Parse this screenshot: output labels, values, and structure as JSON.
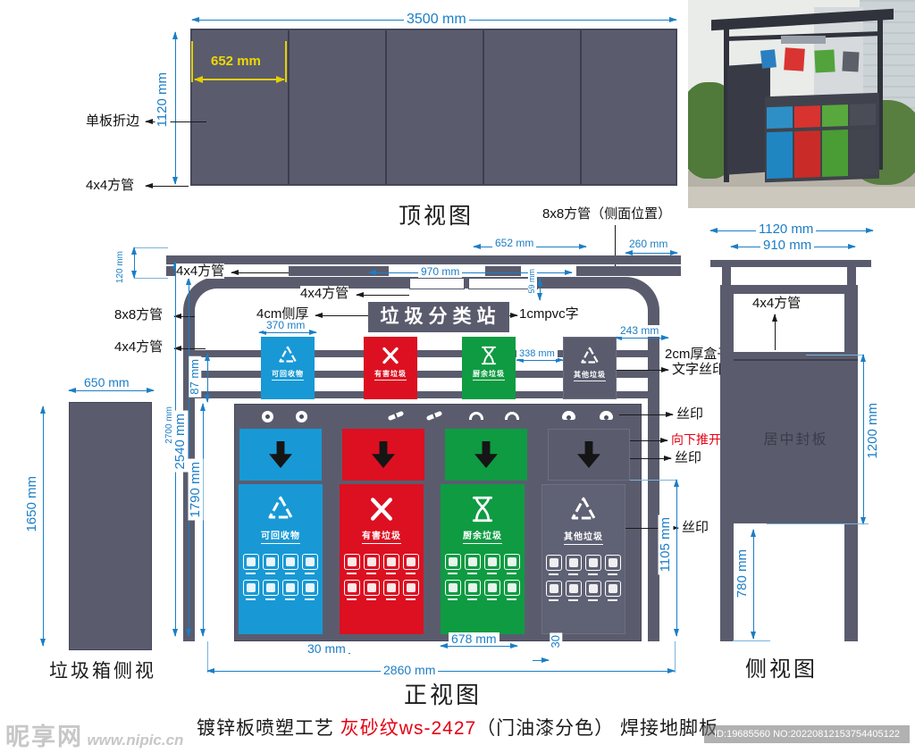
{
  "colors": {
    "steel_panel": "#5a5c6e",
    "dimension_blue": "#1b7ec6",
    "dimension_yellow": "#e5d000",
    "bin_blue": "#1899d5",
    "bin_red": "#dc1021",
    "bin_green": "#0f9b42",
    "bin_gray": "#5a5c6e",
    "note_red": "#e60012"
  },
  "top_view": {
    "title": "顶视图",
    "dim_total_width": "3500 mm",
    "dim_depth": "1120 mm",
    "dim_segment": "652 mm",
    "label_fold": "单板折边",
    "label_tube_4x4": "4x4方管"
  },
  "front_view": {
    "title": "正视图",
    "sign": "垃圾分类站",
    "labels": {
      "tube8_side": "8x8方管（侧面位置）",
      "tube4_roof": "4x4方管",
      "tube4_sign": "4x4方管",
      "tube8_left": "8x8方管",
      "tube4_left": "4x4方管",
      "side_thickness": "4cm侧厚",
      "pvc": "1cmpvc字",
      "box_2cm": "2cm厚盒子",
      "box_silk": "文字丝印",
      "silk_top": "丝印",
      "push_open": "向下推开",
      "silk_mid": "丝印",
      "silk_door": "丝印"
    },
    "dims": {
      "d120": "120 mm",
      "d652": "652 mm",
      "d260": "260 mm",
      "d970": "970 mm",
      "d59": "59 mm",
      "d243": "243 mm",
      "d370": "370 mm",
      "d338": "338 mm",
      "d87": "87 mm",
      "d2700": "2700 mm",
      "d2540": "2540 mm",
      "d1790": "1790 mm",
      "d1105": "1105 mm",
      "d30_left": "30 mm",
      "d678": "678 mm",
      "d30_right": "30",
      "d2860": "2860 mm"
    },
    "bins": [
      {
        "label": "可回收物",
        "color": "#1899d5",
        "icon": "recycle"
      },
      {
        "label": "有害垃圾",
        "color": "#dc1021",
        "icon": "cross"
      },
      {
        "label": "厨余垃圾",
        "color": "#0f9b42",
        "icon": "hourglass"
      },
      {
        "label": "其他垃圾",
        "color": "#5a5c6e",
        "icon": "recycle"
      }
    ]
  },
  "bin_side_view": {
    "title": "垃圾箱侧视",
    "dim_width": "650 mm",
    "dim_height": "1650 mm"
  },
  "side_view": {
    "title": "侧视图",
    "label_tube": "4x4方管",
    "label_panel": "居中封板",
    "dims": {
      "d1120": "1120 mm",
      "d910": "910 mm",
      "d1200": "1200 mm",
      "d780": "780 mm"
    }
  },
  "footer": {
    "prefix": "镀锌板喷塑工艺 ",
    "highlight": "灰砂纹ws-2427",
    "suffix": "（门油漆分色） 焊接地脚板"
  },
  "watermarks": {
    "site": "昵享网",
    "url": "www.nipic.cn",
    "stamp": "ID:19685560 NO:20220812153754405122"
  }
}
